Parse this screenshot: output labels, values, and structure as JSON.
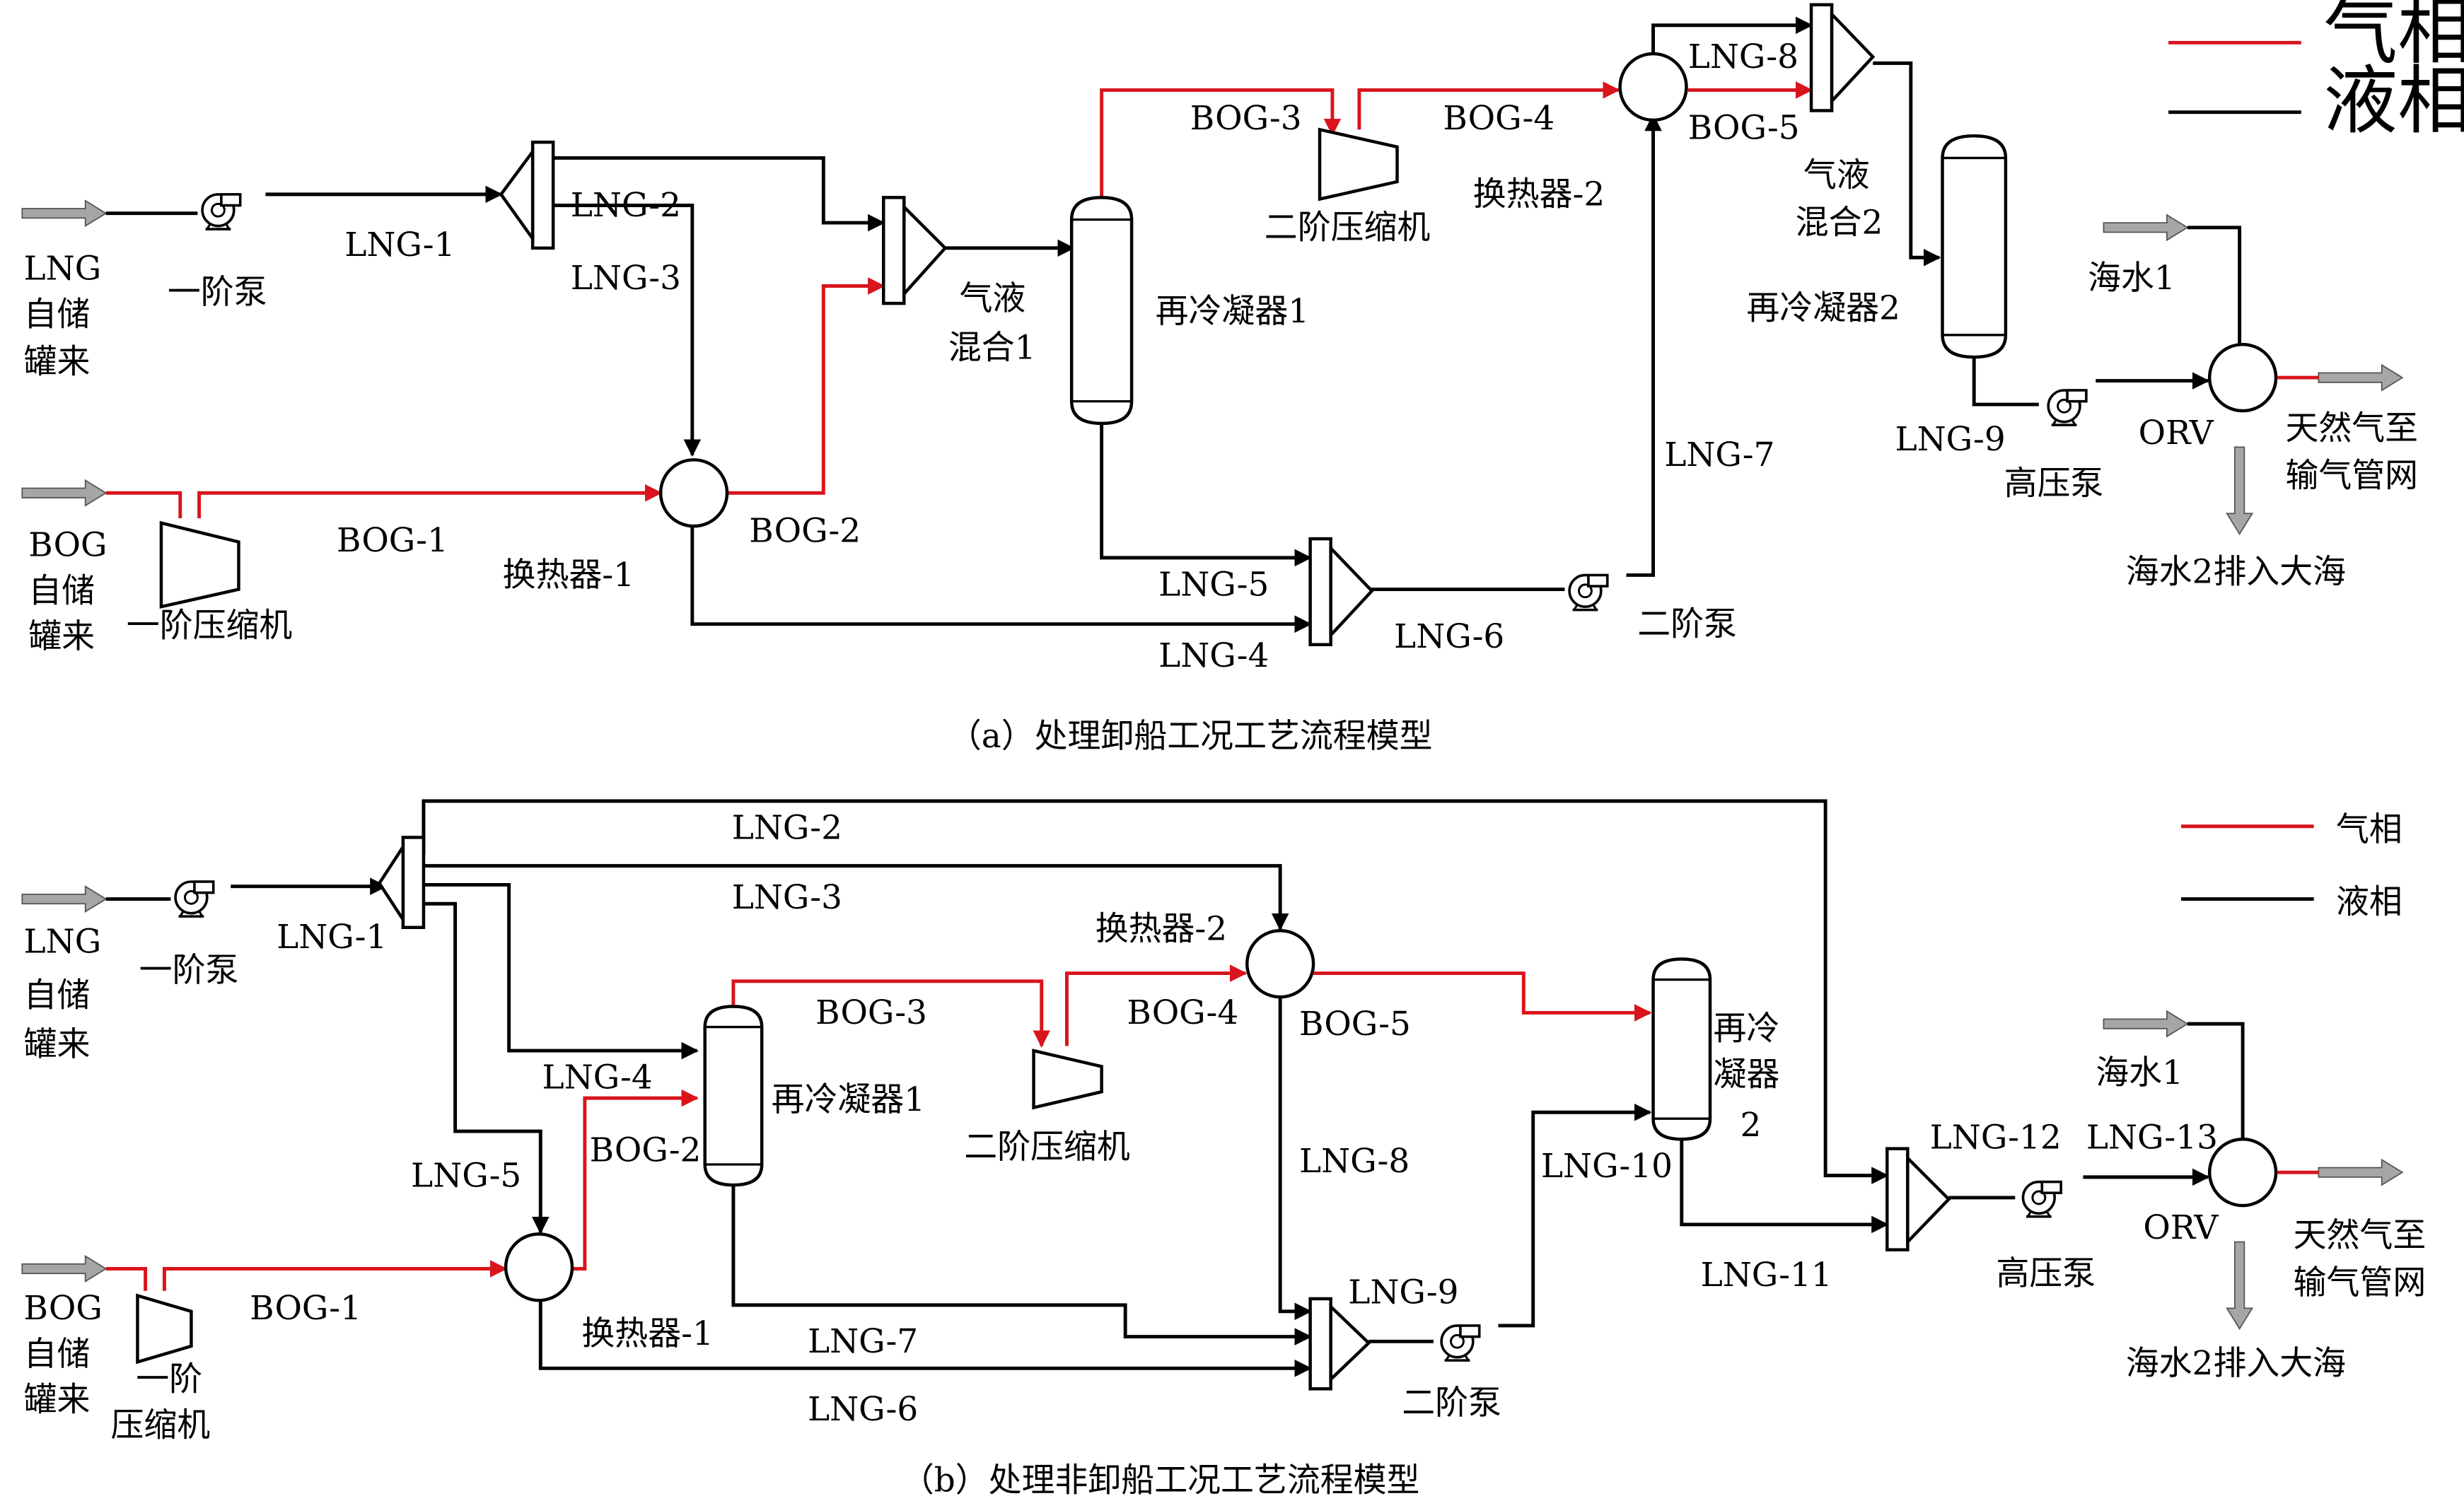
{
  "legend": {
    "gas": "气相",
    "liquid": "液相"
  },
  "colors": {
    "gas": "#d9141c",
    "liquid": "#000000",
    "inlet_arrow": "#a6a6a6"
  },
  "panel_a": {
    "caption": "（a）处理卸船工况工艺流程模型",
    "labels": {
      "lng_in": [
        "LNG",
        "自储",
        "罐来"
      ],
      "bog_in": [
        "BOG",
        "自储",
        "罐来"
      ],
      "pump1": "一阶泵",
      "comp1": "一阶压缩机",
      "lng1": "LNG-1",
      "lng2": "LNG-2",
      "lng3": "LNG-3",
      "lng4": "LNG-4",
      "lng5": "LNG-5",
      "lng6": "LNG-6",
      "lng7": "LNG-7",
      "lng8": "LNG-8",
      "lng9": "LNG-9",
      "bog1": "BOG-1",
      "bog2": "BOG-2",
      "bog3": "BOG-3",
      "bog4": "BOG-4",
      "bog5": "BOG-5",
      "hx1": "换热器-1",
      "hx2": "换热器-2",
      "mix1": [
        "气液",
        "混合1"
      ],
      "mix2": [
        "气液",
        "混合2"
      ],
      "recon1": "再冷凝器1",
      "recon2": "再冷凝器2",
      "comp2": "二阶压缩机",
      "pump2": "二阶泵",
      "hp_pump": "高压泵",
      "seawater1": "海水1",
      "orv": "ORV",
      "ng_out": [
        "天然气至",
        "输气管网"
      ],
      "seawater2": "海水2排入大海"
    }
  },
  "panel_b": {
    "caption": "（b）处理非卸船工况工艺流程模型",
    "labels": {
      "lng_in": [
        "LNG",
        "自储",
        "罐来"
      ],
      "bog_in": [
        "BOG",
        "自储",
        "罐来"
      ],
      "pump1": "一阶泵",
      "comp1": [
        "一阶",
        "压缩机"
      ],
      "lng1": "LNG-1",
      "lng2": "LNG-2",
      "lng3": "LNG-3",
      "lng4": "LNG-4",
      "lng5": "LNG-5",
      "lng6": "LNG-6",
      "lng7": "LNG-7",
      "lng8": "LNG-8",
      "lng9": "LNG-9",
      "lng10": "LNG-10",
      "lng11": "LNG-11",
      "lng12": "LNG-12",
      "lng13": "LNG-13",
      "bog1": "BOG-1",
      "bog2": "BOG-2",
      "bog3": "BOG-3",
      "bog4": "BOG-4",
      "bog5": "BOG-5",
      "hx1": "换热器-1",
      "hx2": "换热器-2",
      "recon1": "再冷凝器1",
      "recon2": [
        "再冷",
        "凝器",
        "2"
      ],
      "comp2": "二阶压缩机",
      "pump2": "二阶泵",
      "hp_pump": "高压泵",
      "seawater1": "海水1",
      "orv": "ORV",
      "ng_out": [
        "天然气至",
        "输气管网"
      ],
      "seawater2": "海水2排入大海"
    }
  }
}
